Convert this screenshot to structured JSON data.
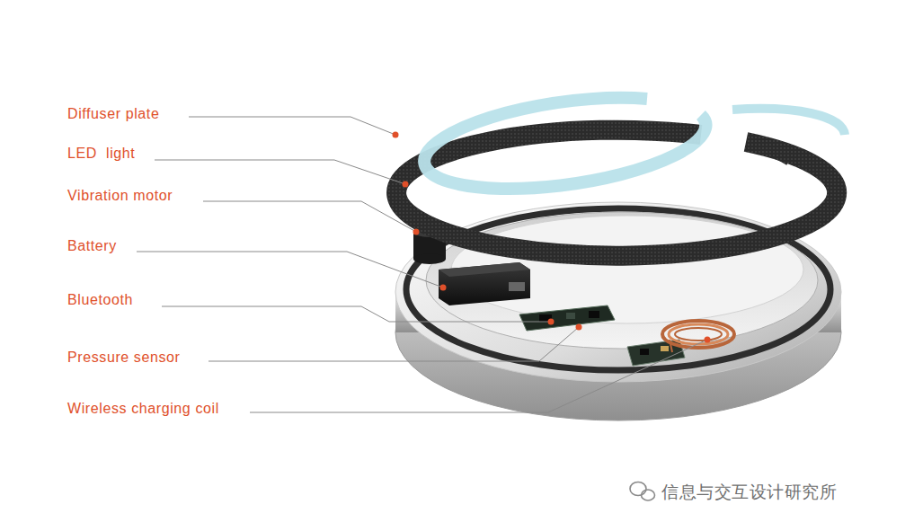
{
  "diagram": {
    "labels": [
      "Diffuser plate",
      "LED  light",
      "Vibration motor",
      "Battery",
      "Bluetooth",
      "Pressure sensor",
      "Wireless charging coil",
      "信息与交互设计研究所"
    ]
  }
}
